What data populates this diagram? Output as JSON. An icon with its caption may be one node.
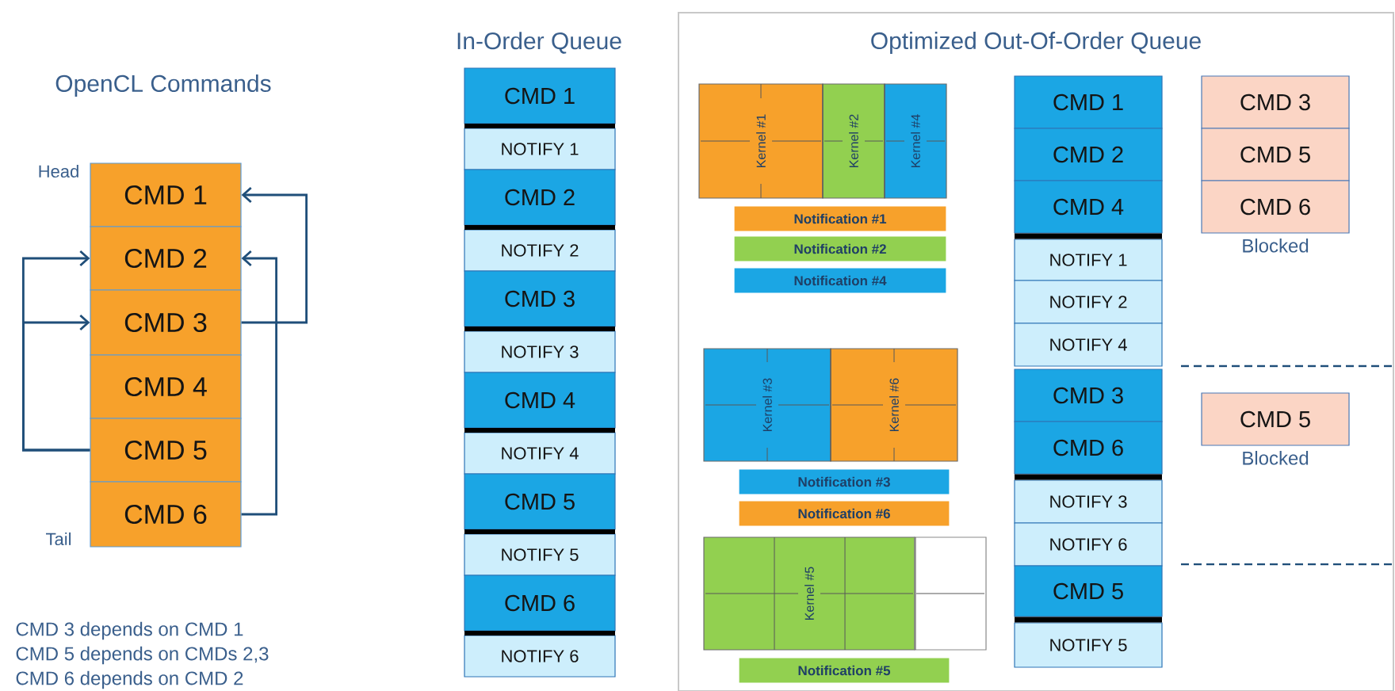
{
  "diagram": {
    "nodes": [
      {
        "text": [
          "CMD 1"
        ]
      },
      {
        "text": [
          "CMD 2"
        ]
      },
      {
        "text": [
          "CMD 3"
        ]
      },
      {
        "text": [
          "CMD 4"
        ]
      },
      {
        "text": [
          "CMD 5"
        ]
      },
      {
        "text": [
          "CMD 6"
        ]
      },
      {
        "text": [
          "CMD 1"
        ]
      },
      {
        "text": [
          "NOTIFY 1"
        ]
      },
      {
        "text": [
          "CMD 2"
        ]
      },
      {
        "text": [
          "NOTIFY 2"
        ]
      },
      {
        "text": [
          "CMD 3"
        ]
      },
      {
        "text": [
          "NOTIFY 3"
        ]
      },
      {
        "text": [
          "CMD 4"
        ]
      },
      {
        "text": [
          "NOTIFY 4"
        ]
      },
      {
        "text": [
          "CMD 5"
        ]
      },
      {
        "text": [
          "NOTIFY 5"
        ]
      },
      {
        "text": [
          "CMD 6"
        ]
      },
      {
        "text": [
          "NOTIFY 6"
        ]
      },
      {
        "text": [
          "Optimized Out-Of-Order Queue"
        ]
      },
      {
        "text": [
          "Kernel #1"
        ],
        "in": 18
      },
      {
        "text": [
          "Kernel #2"
        ],
        "in": 18
      },
      {
        "text": [
          "Kernel #4"
        ],
        "in": 18
      },
      {
        "text": [
          "Notification #1"
        ],
        "in": 18
      },
      {
        "text": [
          "Notification #2"
        ],
        "in": 18
      },
      {
        "text": [
          "Notification #4"
        ],
        "in": 18
      },
      {
        "text": [
          "Kernel #3"
        ],
        "in": 18
      },
      {
        "text": [
          "Kernel #6"
        ],
        "in": 18
      },
      {
        "text": [
          "Notification #3"
        ],
        "in": 18
      },
      {
        "text": [
          "Notification #6"
        ],
        "in": 18
      },
      {
        "text": [
          "Kernel #5"
        ],
        "in": 18
      },
      {
        "text": [],
        "shape": "box",
        "in": 18
      },
      {
        "text": [
          "Notification #5"
        ],
        "in": 18
      },
      {
        "text": [
          "CMD 1"
        ],
        "in": 18
      },
      {
        "text": [
          "CMD 2"
        ],
        "in": 18
      },
      {
        "text": [
          "CMD 4"
        ],
        "in": 18
      },
      {
        "text": [
          "NOTIFY 1"
        ],
        "in": 18
      },
      {
        "text": [
          "NOTIFY 2"
        ],
        "in": 18
      },
      {
        "text": [
          "NOTIFY 4"
        ],
        "in": 18
      },
      {
        "text": [
          "CMD 3"
        ],
        "in": 18
      },
      {
        "text": [
          "CMD 6"
        ],
        "in": 18
      },
      {
        "text": [
          "NOTIFY 3"
        ],
        "in": 18
      },
      {
        "text": [
          "NOTIFY 6"
        ],
        "in": 18
      },
      {
        "text": [
          "CMD 5"
        ],
        "in": 18
      },
      {
        "text": [
          "NOTIFY 5"
        ],
        "in": 18
      },
      {
        "text": [
          "CMD 3"
        ],
        "in": 18
      },
      {
        "text": [
          "CMD 5"
        ],
        "in": 18
      },
      {
        "text": [
          "CMD 6"
        ],
        "in": 18,
        "beside": [
          "Blocked"
        ]
      },
      {
        "text": [
          "CMD 5"
        ],
        "in": 18,
        "beside": [
          "Blocked"
        ]
      }
    ],
    "edges": [
      {
        "from": 2,
        "to": 0,
        "arrow": "to"
      },
      {
        "from": 4,
        "to": 1,
        "arrow": "to"
      },
      {
        "from": 4,
        "to": 2,
        "arrow": "to"
      },
      {
        "from": 5,
        "to": 1,
        "arrow": "to"
      }
    ],
    "labels": [
      "OpenCL Commands",
      "In-Order Queue",
      "Head",
      "Tail",
      "CMD 3 depends on CMD 1",
      "CMD 5 depends on CMDs 2,3",
      "CMD 6 depends on CMD 2"
    ]
  }
}
